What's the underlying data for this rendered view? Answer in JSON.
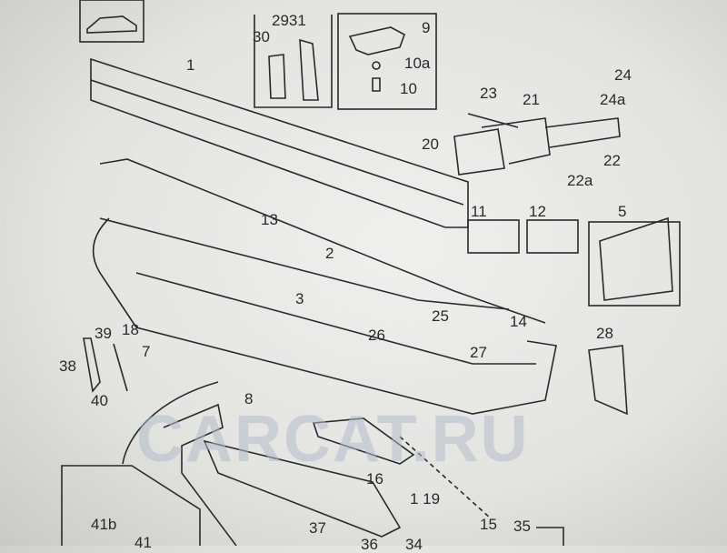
{
  "diagram": {
    "watermark": "CARCAT.RU",
    "callouts": {
      "c1": "1",
      "c30": "30",
      "c2931": "2931",
      "c9": "9",
      "c10a": "10a",
      "c10": "10",
      "c24": "24",
      "c24a": "24a",
      "c23": "23",
      "c21": "21",
      "c20": "20",
      "c22": "22",
      "c22a": "22a",
      "c13": "13",
      "c2": "2",
      "c11": "11",
      "c12": "12",
      "c5": "5",
      "c3": "3",
      "c25": "25",
      "c14": "14",
      "c28": "28",
      "c39": "39",
      "c18": "18",
      "c7": "7",
      "c38": "38",
      "c40": "40",
      "c26": "26",
      "c27": "27",
      "c8": "8",
      "c16": "16",
      "c119": "1 19",
      "c15": "15",
      "c35": "35",
      "c37": "37",
      "c41b": "41b",
      "c41": "41",
      "c36": "36",
      "c34": "34"
    },
    "line_color": "#2a2a2e"
  }
}
